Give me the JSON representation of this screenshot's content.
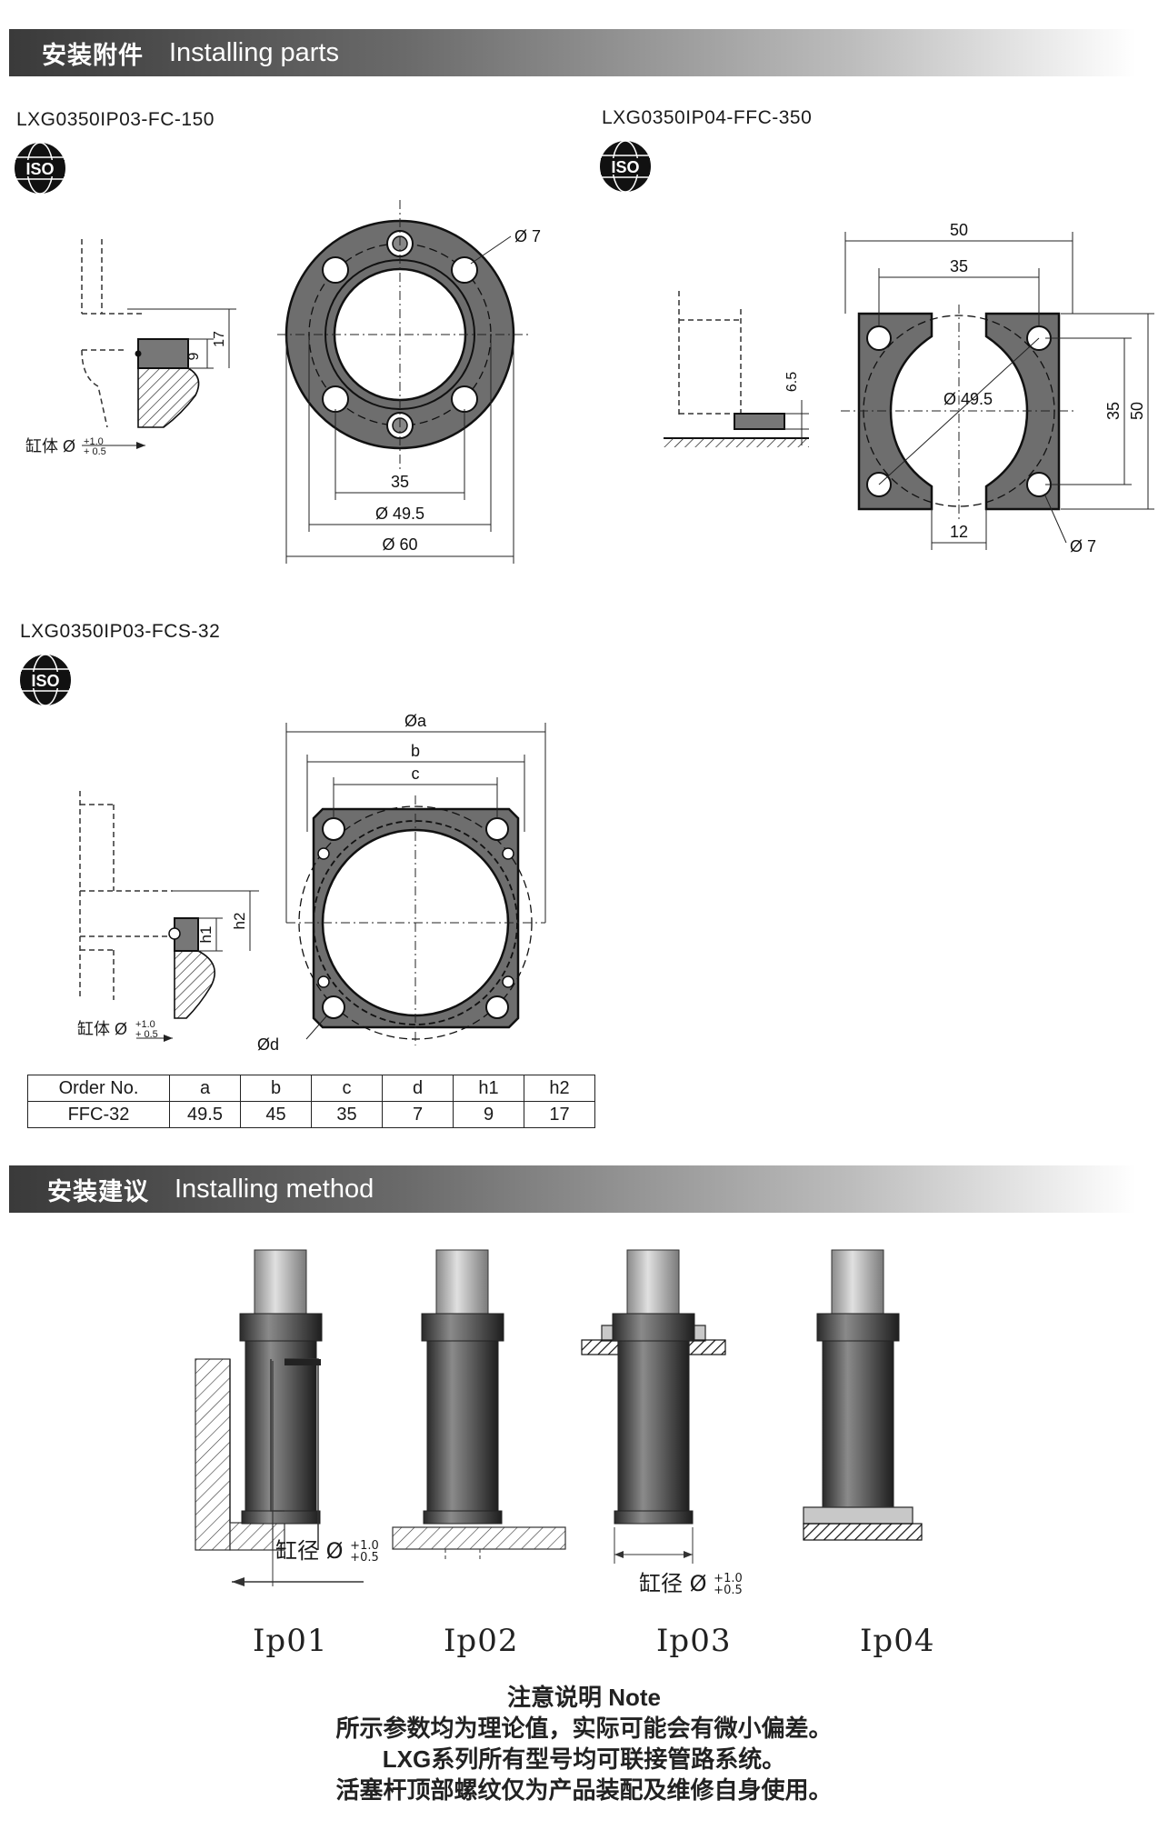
{
  "section1": {
    "title_zh": "安装附件",
    "title_en": "Installing parts"
  },
  "section2": {
    "title_zh": "安装建议",
    "title_en": "Installing method"
  },
  "iso_label": "ISO",
  "part1": {
    "code": "LXG0350IP03-FC-150",
    "dims": {
      "hole": "Ø 7",
      "h1": "9",
      "h2": "17",
      "inner": "35",
      "pcd": "Ø 49.5",
      "outer": "Ø 60"
    },
    "bore_label": "缸体 Ø",
    "tol_upper": "+1.0",
    "tol_lower": "+ 0.5"
  },
  "part2": {
    "code": "LXG0350IP04-FFC-350",
    "dims": {
      "w_outer": "50",
      "w_inner": "35",
      "h": "6.5",
      "pcd": "Ø 49.5",
      "v_inner": "35",
      "v_outer": "50",
      "gap": "12",
      "hole": "Ø 7"
    }
  },
  "part3": {
    "code": "LXG0350IP03-FCS-32",
    "dims": {
      "a": "Øa",
      "b": "b",
      "c": "c",
      "d": "Ød",
      "h1": "h1",
      "h2": "h2"
    },
    "bore_label": "缸体 Ø",
    "tol_upper": "+1.0",
    "tol_lower": "+ 0.5"
  },
  "table": {
    "headers": [
      "Order No.",
      "a",
      "b",
      "c",
      "d",
      "h1",
      "h2"
    ],
    "rows": [
      [
        "FFC-32",
        "49.5",
        "45",
        "35",
        "7",
        "9",
        "17"
      ]
    ]
  },
  "methods": {
    "labels": [
      "Ip01",
      "Ip02",
      "Ip03",
      "Ip04"
    ],
    "bore_label": "缸径 Ø",
    "tol_upper": "+1.0",
    "tol_lower": "+0.5"
  },
  "notes": {
    "title": "注意说明 Note",
    "lines": [
      "所示参数均为理论值，实际可能会有微小偏差。",
      "LXG系列所有型号均可联接管路系统。",
      "活塞杆顶部螺纹仅为产品装配及维修自身使用。"
    ]
  }
}
